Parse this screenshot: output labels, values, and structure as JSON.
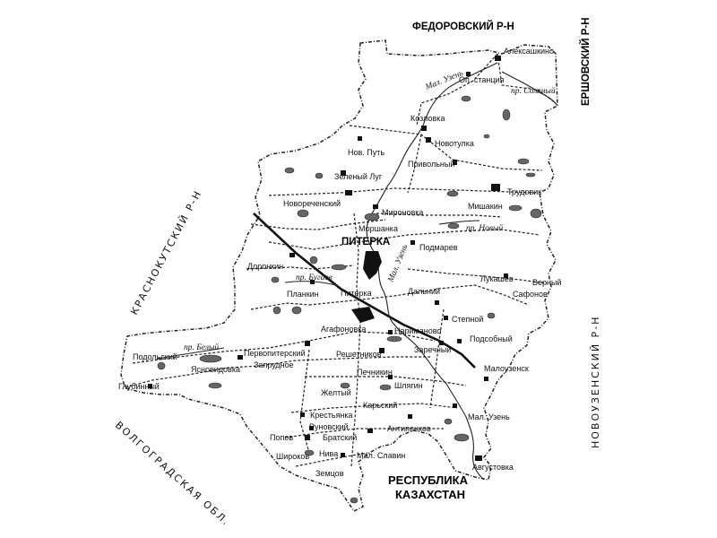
{
  "neighbors": {
    "north": "ФЕДОРОВСКИЙ Р-Н",
    "northeast": "ЕРШОВСКИЙ Р-Н",
    "west": "КРАСНОКУТСКИЙ Р-Н",
    "east": "НОВОУЗЕНСКИЙ Р-Н",
    "southwest": "ВОЛГОГРАДСКАЯ ОБЛ.",
    "south_line1": "РЕСПУБЛИКА",
    "south_line2": "КАЗАХСТАН"
  },
  "center": "ПИТЕРКА",
  "rivers": {
    "r1": "Мал. Узень",
    "r2": "пр. Соляный",
    "r3": "пр. Новый",
    "r4": "пр. Бугаев",
    "r5": "Мал. Узень",
    "r6": "пр. Белый"
  },
  "places": {
    "p1": "Алексашкино",
    "p2": "Оп. станция",
    "p3": "Козловка",
    "p4": "Новотулка",
    "p5": "Нов. Путь",
    "p6": "Привольный",
    "p7": "Зеленый Луг",
    "p8": "Трудовик",
    "p9": "Новореченский",
    "p10": "Мироновка",
    "p11": "Мишакин",
    "p12": "Моршанка",
    "p13": "Подмарев",
    "p14": "Доронкин",
    "p15": "Лукашев",
    "p16": "Сафонов",
    "p17": "Верный",
    "p18": "Планкин",
    "p19": "Питерка",
    "p20": "Дальний",
    "p21": "Степной",
    "p22": "Агафоновка",
    "p23": "Нариманово",
    "p24": "Подсобный",
    "p25": "Заречный",
    "p26": "Первопитерский",
    "p27": "Решетников",
    "p28": "Подольский",
    "p29": "Ясновидовка",
    "p30": "Запрудное",
    "p31": "Малоузенск",
    "p32": "Печникин",
    "p33": "Глубинный",
    "p34": "Шлягин",
    "p35": "Желтый",
    "p36": "Карьский",
    "p37": "Мал. Узень",
    "p38": "Крестьянка",
    "p39": "Руновский",
    "p40": "Антипенков",
    "p41": "Попов",
    "p42": "Братский",
    "p43": "Широков",
    "p44": "Нива",
    "p45": "Мал. Славин",
    "p46": "Земцов",
    "p47": "Августовка"
  }
}
